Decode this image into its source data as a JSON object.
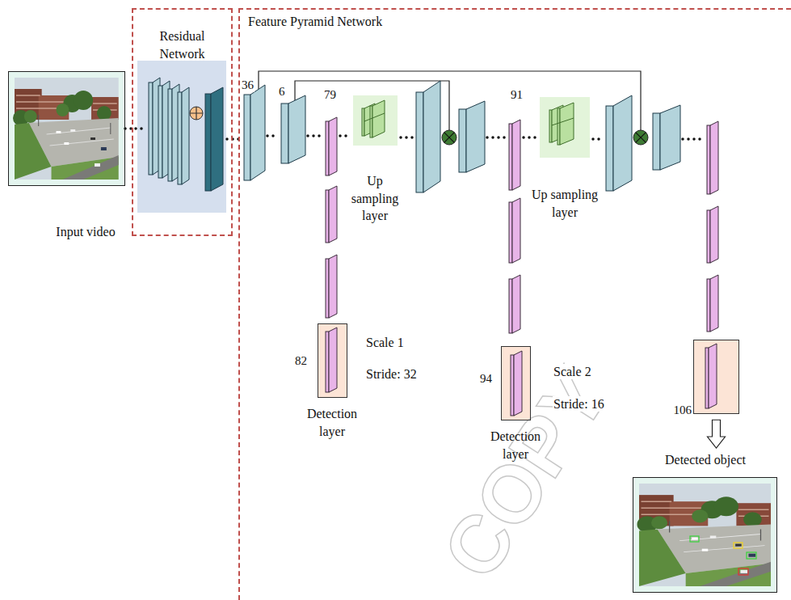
{
  "diagram": {
    "nodes": [
      {
        "text": [
          "Input video"
        ]
      },
      {
        "text": [
          "Residual Network"
        ]
      },
      {
        "text": [
          "Feature Pyramid Network"
        ]
      },
      {
        "text": [
          "Detection layer"
        ],
        "in": 2
      },
      {
        "text": [
          "Up sampling layer"
        ],
        "in": 2
      },
      {
        "text": [
          "Detection layer"
        ],
        "in": 2
      },
      {
        "text": [
          "Up sampling layer"
        ],
        "in": 2
      },
      {
        "text": [
          "106"
        ],
        "in": 2
      },
      {
        "text": [
          "Detected object"
        ],
        "in": 2
      }
    ],
    "edges": [
      {
        "from": 0,
        "to": 1,
        "arrow": "none"
      },
      {
        "from": 7,
        "to": 8,
        "arrow": "to"
      }
    ],
    "labels": [
      "36",
      "6",
      "79",
      "82",
      "Scale 1",
      "Stride: 32",
      "91",
      "94",
      "Scale 2",
      "Stride: 16",
      "COPY"
    ]
  }
}
